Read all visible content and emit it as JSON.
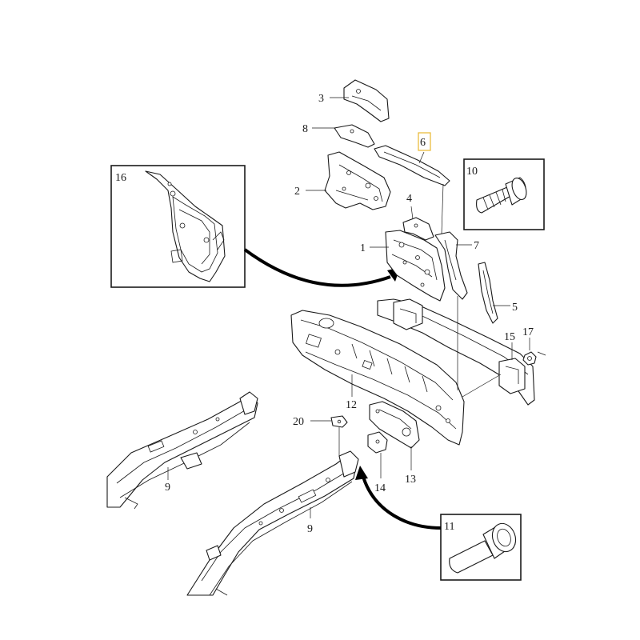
{
  "diagram": {
    "callouts": {
      "c1": "1",
      "c2": "2",
      "c3": "3",
      "c4": "4",
      "c5": "5",
      "c6": "6",
      "c7": "7",
      "c8": "8",
      "c9a": "9",
      "c9b": "9",
      "c10": "10",
      "c11": "11",
      "c12": "12",
      "c13": "13",
      "c14": "14",
      "c15": "15",
      "c16": "16",
      "c17": "17",
      "c20": "20"
    },
    "colors": {
      "line": "#1a1a1a",
      "highlight": "#e8b830",
      "background": "#ffffff"
    }
  }
}
